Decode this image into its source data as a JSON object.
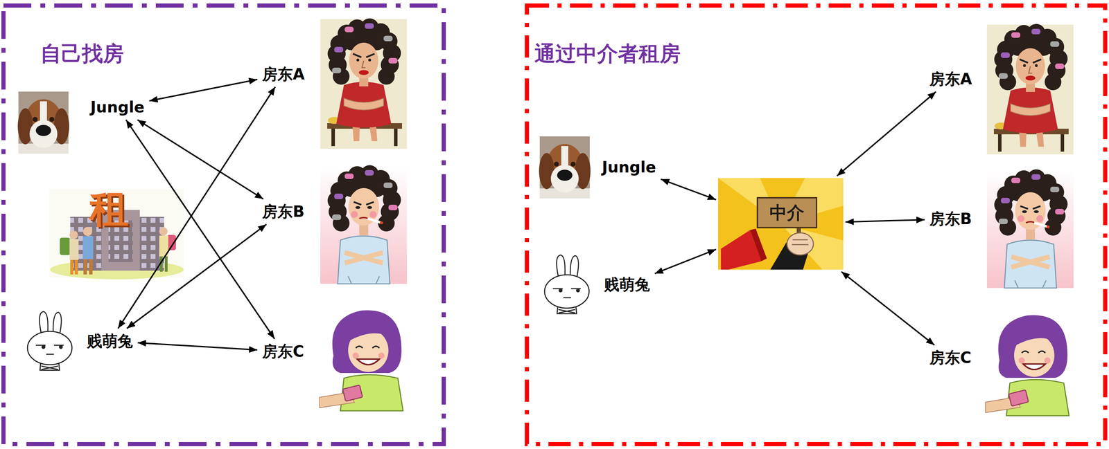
{
  "diagram": {
    "nodes": [
      {
        "text": [
          "自己找房"
        ]
      },
      {
        "text": [
          "Jungle"
        ],
        "in": 0
      },
      {
        "text": [
          "房东A"
        ],
        "in": 0
      },
      {
        "text": [
          "房东B"
        ],
        "in": 0
      },
      {
        "text": [
          "房东C"
        ],
        "in": 0
      },
      {
        "text": [
          "贱萌兔"
        ],
        "in": 0
      },
      {
        "text": [
          "通过中介者租房"
        ]
      },
      {
        "text": [
          "Jungle"
        ],
        "in": 6
      },
      {
        "text": [
          "贱萌兔"
        ],
        "in": 6
      },
      {
        "text": [
          "中介"
        ],
        "in": 6
      },
      {
        "text": [
          "房东A"
        ],
        "in": 6
      },
      {
        "text": [
          "房东B"
        ],
        "in": 6
      },
      {
        "text": [
          "房东C"
        ],
        "in": 6
      }
    ],
    "edges": [
      {
        "from": 1,
        "to": 2,
        "arrow": "both"
      },
      {
        "from": 1,
        "to": 3,
        "arrow": "both"
      },
      {
        "from": 1,
        "to": 4,
        "arrow": "both"
      },
      {
        "from": 5,
        "to": 2,
        "arrow": "both"
      },
      {
        "from": 5,
        "to": 3,
        "arrow": "both"
      },
      {
        "from": 5,
        "to": 4,
        "arrow": "both"
      },
      {
        "from": 7,
        "to": 9,
        "arrow": "both"
      },
      {
        "from": 8,
        "to": 9,
        "arrow": "both"
      },
      {
        "from": 9,
        "to": 10,
        "arrow": "both"
      },
      {
        "from": 9,
        "to": 11,
        "arrow": "both"
      },
      {
        "from": 9,
        "to": 12,
        "arrow": "both"
      }
    ],
    "labels": [
      "租"
    ]
  }
}
